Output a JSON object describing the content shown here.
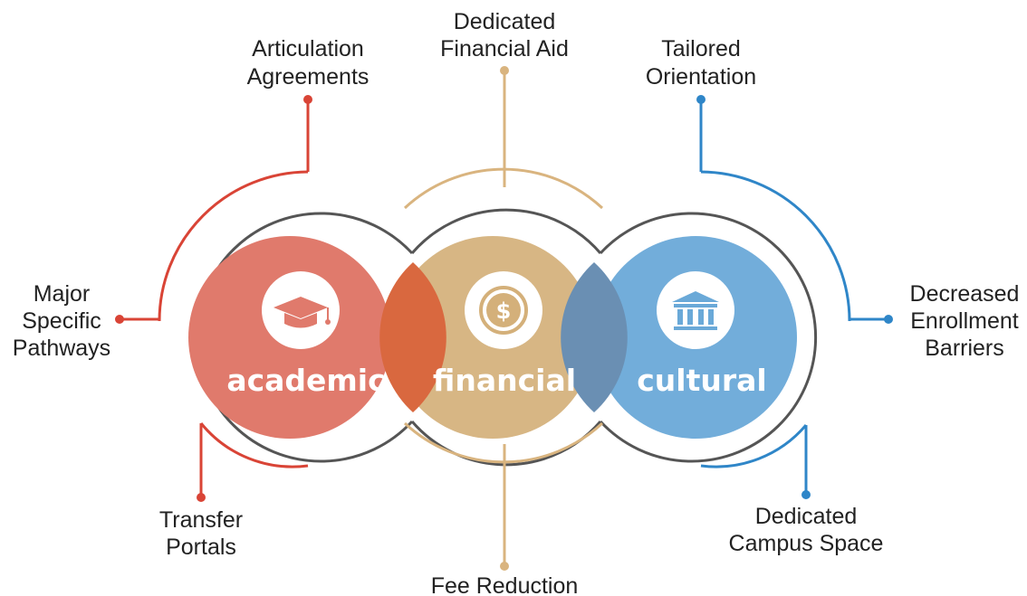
{
  "colors": {
    "academic": "#e07a6c",
    "financial": "#d4b07a",
    "cultural": "#6aa9d8",
    "academic_line": "#d94436",
    "financial_line": "#d9b47f",
    "cultural_line": "#2f86c8",
    "outline": "#555555"
  },
  "circles": {
    "academic": {
      "label": "academic",
      "icon": "graduation-cap-icon"
    },
    "financial": {
      "label": "financial",
      "icon": "dollar-coin-icon"
    },
    "cultural": {
      "label": "cultural",
      "icon": "bank-building-icon"
    }
  },
  "labels": {
    "articulation_1": "Articulation",
    "articulation_2": "Agreements",
    "major_1": "Major",
    "major_2": "Specific",
    "major_3": "Pathways",
    "transfer_1": "Transfer",
    "transfer_2": "Portals",
    "aid_1": "Dedicated",
    "aid_2": "Financial Aid",
    "fee": "Fee Reduction",
    "orientation_1": "Tailored",
    "orientation_2": "Orientation",
    "barriers_1": "Decreased",
    "barriers_2": "Enrollment",
    "barriers_3": "Barriers",
    "space_1": "Dedicated",
    "space_2": "Campus Space"
  }
}
